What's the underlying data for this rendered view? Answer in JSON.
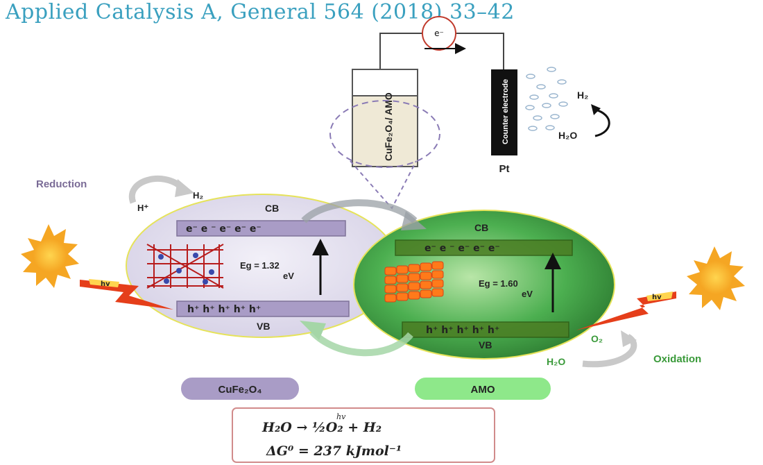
{
  "header": {
    "citation": "Applied Catalysis A, General 564 (2018) 33–42"
  },
  "circuit": {
    "electron": "e⁻",
    "photoanode": "CuFe₂O₄/ AMO",
    "counter_electrode": "Counter electrode",
    "pt_label": "Pt",
    "h2": "H₂",
    "h2o": "H₂O"
  },
  "reduction": {
    "label": "Reduction",
    "h_plus": "H⁺",
    "h2": "H₂"
  },
  "cufe2o4": {
    "cb_label": "CB",
    "vb_label": "VB",
    "cb_electrons": "e⁻  e ⁻ e⁻  e⁻  e⁻",
    "vb_holes": "h⁺ h⁺ h⁺ h⁺  h⁺",
    "eg": "Eg = 1.32",
    "eg_unit": "eV",
    "name": "CuFe₂O₄",
    "hv": "hv"
  },
  "amo": {
    "cb_label": "CB",
    "vb_label": "VB",
    "cb_electrons": "e⁻  e ⁻ e⁻  e⁻  e⁻",
    "vb_holes": "h⁺ h⁺ h⁺ h⁺  h⁺",
    "eg": "Eg = 1.60",
    "eg_unit": "eV",
    "name": "AMO",
    "hv": "hv"
  },
  "oxidation": {
    "label": "Oxidation",
    "o2": "O₂",
    "h2o": "H₂O"
  },
  "equation": {
    "reaction": "H₂O  →  ½O₂ + H₂",
    "hv": "hv",
    "free_energy": "ΔG⁰ = 237 kJmol⁻¹"
  },
  "colors": {
    "title": "#3aa0bf",
    "cufe2o4_fill": "#e3e0ef",
    "amo_fill": "#4caf50",
    "badge_purple": "#a99cc6",
    "badge_green": "#8ee88a",
    "sun": "#f5a623",
    "lightning": "#e53e1a"
  }
}
